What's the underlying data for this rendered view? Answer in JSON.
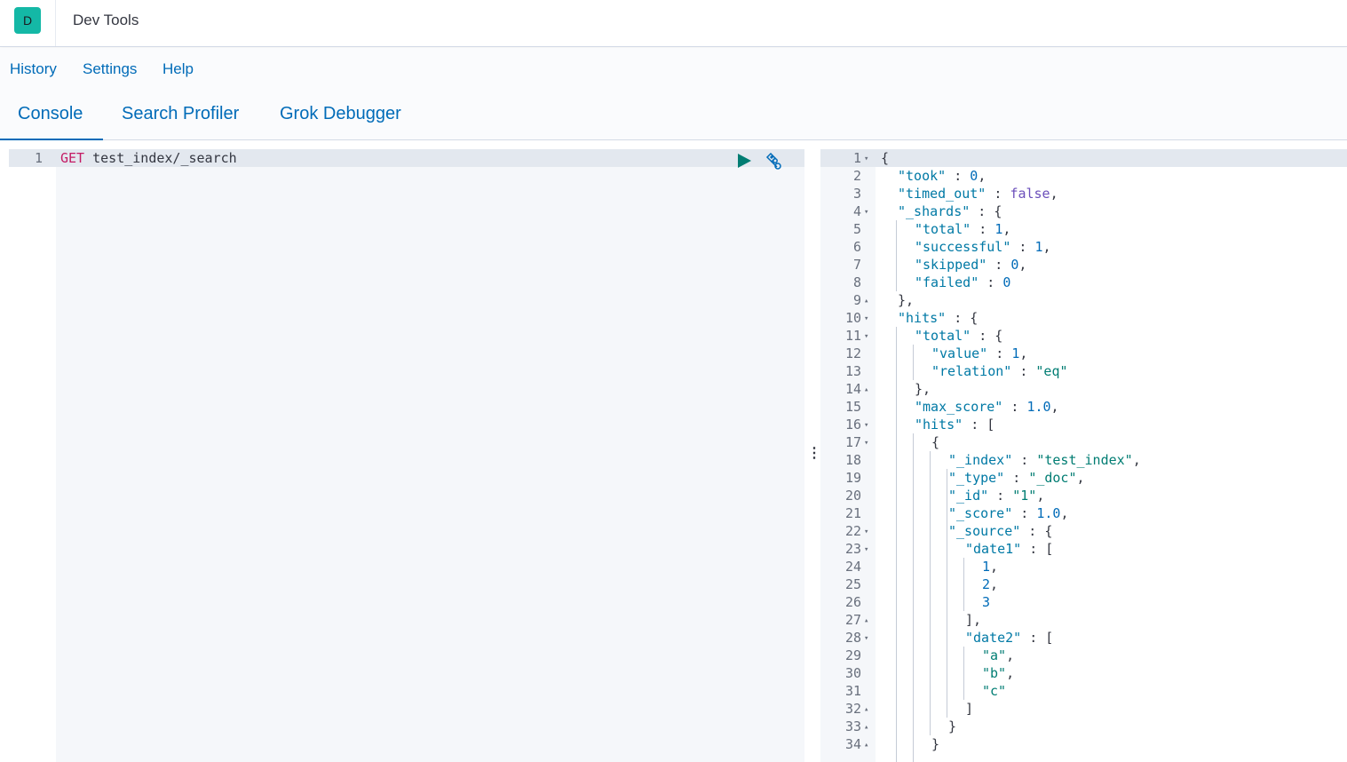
{
  "header": {
    "avatar_letter": "D",
    "app_title": "Dev Tools"
  },
  "menu": {
    "items": [
      "History",
      "Settings",
      "Help"
    ]
  },
  "tabs": [
    "Console",
    "Search Profiler",
    "Grok Debugger"
  ],
  "request": {
    "line_number": "1",
    "method": "GET",
    "path": "test_index/_search"
  },
  "response_lines": [
    {
      "n": "1",
      "fold": "down",
      "indent": 0,
      "parts": [
        [
          "p",
          "{"
        ]
      ]
    },
    {
      "n": "2",
      "fold": "",
      "indent": 1,
      "parts": [
        [
          "k",
          "\"took\""
        ],
        [
          "p",
          " : "
        ],
        [
          "n",
          "0"
        ],
        [
          "p",
          ","
        ]
      ]
    },
    {
      "n": "3",
      "fold": "",
      "indent": 1,
      "parts": [
        [
          "k",
          "\"timed_out\""
        ],
        [
          "p",
          " : "
        ],
        [
          "b",
          "false"
        ],
        [
          "p",
          ","
        ]
      ]
    },
    {
      "n": "4",
      "fold": "down",
      "indent": 1,
      "parts": [
        [
          "k",
          "\"_shards\""
        ],
        [
          "p",
          " : {"
        ]
      ]
    },
    {
      "n": "5",
      "fold": "",
      "indent": 2,
      "parts": [
        [
          "k",
          "\"total\""
        ],
        [
          "p",
          " : "
        ],
        [
          "n",
          "1"
        ],
        [
          "p",
          ","
        ]
      ]
    },
    {
      "n": "6",
      "fold": "",
      "indent": 2,
      "parts": [
        [
          "k",
          "\"successful\""
        ],
        [
          "p",
          " : "
        ],
        [
          "n",
          "1"
        ],
        [
          "p",
          ","
        ]
      ]
    },
    {
      "n": "7",
      "fold": "",
      "indent": 2,
      "parts": [
        [
          "k",
          "\"skipped\""
        ],
        [
          "p",
          " : "
        ],
        [
          "n",
          "0"
        ],
        [
          "p",
          ","
        ]
      ]
    },
    {
      "n": "8",
      "fold": "",
      "indent": 2,
      "parts": [
        [
          "k",
          "\"failed\""
        ],
        [
          "p",
          " : "
        ],
        [
          "n",
          "0"
        ]
      ]
    },
    {
      "n": "9",
      "fold": "up",
      "indent": 1,
      "parts": [
        [
          "p",
          "},"
        ]
      ]
    },
    {
      "n": "10",
      "fold": "down",
      "indent": 1,
      "parts": [
        [
          "k",
          "\"hits\""
        ],
        [
          "p",
          " : {"
        ]
      ]
    },
    {
      "n": "11",
      "fold": "down",
      "indent": 2,
      "parts": [
        [
          "k",
          "\"total\""
        ],
        [
          "p",
          " : {"
        ]
      ]
    },
    {
      "n": "12",
      "fold": "",
      "indent": 3,
      "parts": [
        [
          "k",
          "\"value\""
        ],
        [
          "p",
          " : "
        ],
        [
          "n",
          "1"
        ],
        [
          "p",
          ","
        ]
      ]
    },
    {
      "n": "13",
      "fold": "",
      "indent": 3,
      "parts": [
        [
          "k",
          "\"relation\""
        ],
        [
          "p",
          " : "
        ],
        [
          "s",
          "\"eq\""
        ]
      ]
    },
    {
      "n": "14",
      "fold": "up",
      "indent": 2,
      "parts": [
        [
          "p",
          "},"
        ]
      ]
    },
    {
      "n": "15",
      "fold": "",
      "indent": 2,
      "parts": [
        [
          "k",
          "\"max_score\""
        ],
        [
          "p",
          " : "
        ],
        [
          "n",
          "1.0"
        ],
        [
          "p",
          ","
        ]
      ]
    },
    {
      "n": "16",
      "fold": "down",
      "indent": 2,
      "parts": [
        [
          "k",
          "\"hits\""
        ],
        [
          "p",
          " : ["
        ]
      ]
    },
    {
      "n": "17",
      "fold": "down",
      "indent": 3,
      "parts": [
        [
          "p",
          "{"
        ]
      ]
    },
    {
      "n": "18",
      "fold": "",
      "indent": 4,
      "parts": [
        [
          "k",
          "\"_index\""
        ],
        [
          "p",
          " : "
        ],
        [
          "s",
          "\"test_index\""
        ],
        [
          "p",
          ","
        ]
      ]
    },
    {
      "n": "19",
      "fold": "",
      "indent": 4,
      "parts": [
        [
          "k",
          "\"_type\""
        ],
        [
          "p",
          " : "
        ],
        [
          "s",
          "\"_doc\""
        ],
        [
          "p",
          ","
        ]
      ]
    },
    {
      "n": "20",
      "fold": "",
      "indent": 4,
      "parts": [
        [
          "k",
          "\"_id\""
        ],
        [
          "p",
          " : "
        ],
        [
          "s",
          "\"1\""
        ],
        [
          "p",
          ","
        ]
      ]
    },
    {
      "n": "21",
      "fold": "",
      "indent": 4,
      "parts": [
        [
          "k",
          "\"_score\""
        ],
        [
          "p",
          " : "
        ],
        [
          "n",
          "1.0"
        ],
        [
          "p",
          ","
        ]
      ]
    },
    {
      "n": "22",
      "fold": "down",
      "indent": 4,
      "parts": [
        [
          "k",
          "\"_source\""
        ],
        [
          "p",
          " : {"
        ]
      ]
    },
    {
      "n": "23",
      "fold": "down",
      "indent": 5,
      "parts": [
        [
          "k",
          "\"date1\""
        ],
        [
          "p",
          " : ["
        ]
      ]
    },
    {
      "n": "24",
      "fold": "",
      "indent": 6,
      "parts": [
        [
          "n",
          "1"
        ],
        [
          "p",
          ","
        ]
      ]
    },
    {
      "n": "25",
      "fold": "",
      "indent": 6,
      "parts": [
        [
          "n",
          "2"
        ],
        [
          "p",
          ","
        ]
      ]
    },
    {
      "n": "26",
      "fold": "",
      "indent": 6,
      "parts": [
        [
          "n",
          "3"
        ]
      ]
    },
    {
      "n": "27",
      "fold": "up",
      "indent": 5,
      "parts": [
        [
          "p",
          "],"
        ]
      ]
    },
    {
      "n": "28",
      "fold": "down",
      "indent": 5,
      "parts": [
        [
          "k",
          "\"date2\""
        ],
        [
          "p",
          " : ["
        ]
      ]
    },
    {
      "n": "29",
      "fold": "",
      "indent": 6,
      "parts": [
        [
          "s",
          "\"a\""
        ],
        [
          "p",
          ","
        ]
      ]
    },
    {
      "n": "30",
      "fold": "",
      "indent": 6,
      "parts": [
        [
          "s",
          "\"b\""
        ],
        [
          "p",
          ","
        ]
      ]
    },
    {
      "n": "31",
      "fold": "",
      "indent": 6,
      "parts": [
        [
          "s",
          "\"c\""
        ]
      ]
    },
    {
      "n": "32",
      "fold": "up",
      "indent": 5,
      "parts": [
        [
          "p",
          "]"
        ]
      ]
    },
    {
      "n": "33",
      "fold": "up",
      "indent": 4,
      "parts": [
        [
          "p",
          "}"
        ]
      ]
    },
    {
      "n": "34",
      "fold": "up",
      "indent": 3,
      "parts": [
        [
          "p",
          "}"
        ]
      ]
    }
  ],
  "icons": {
    "play": "play-icon",
    "wrench": "wrench-icon",
    "resize": "vertical-dots-icon"
  }
}
